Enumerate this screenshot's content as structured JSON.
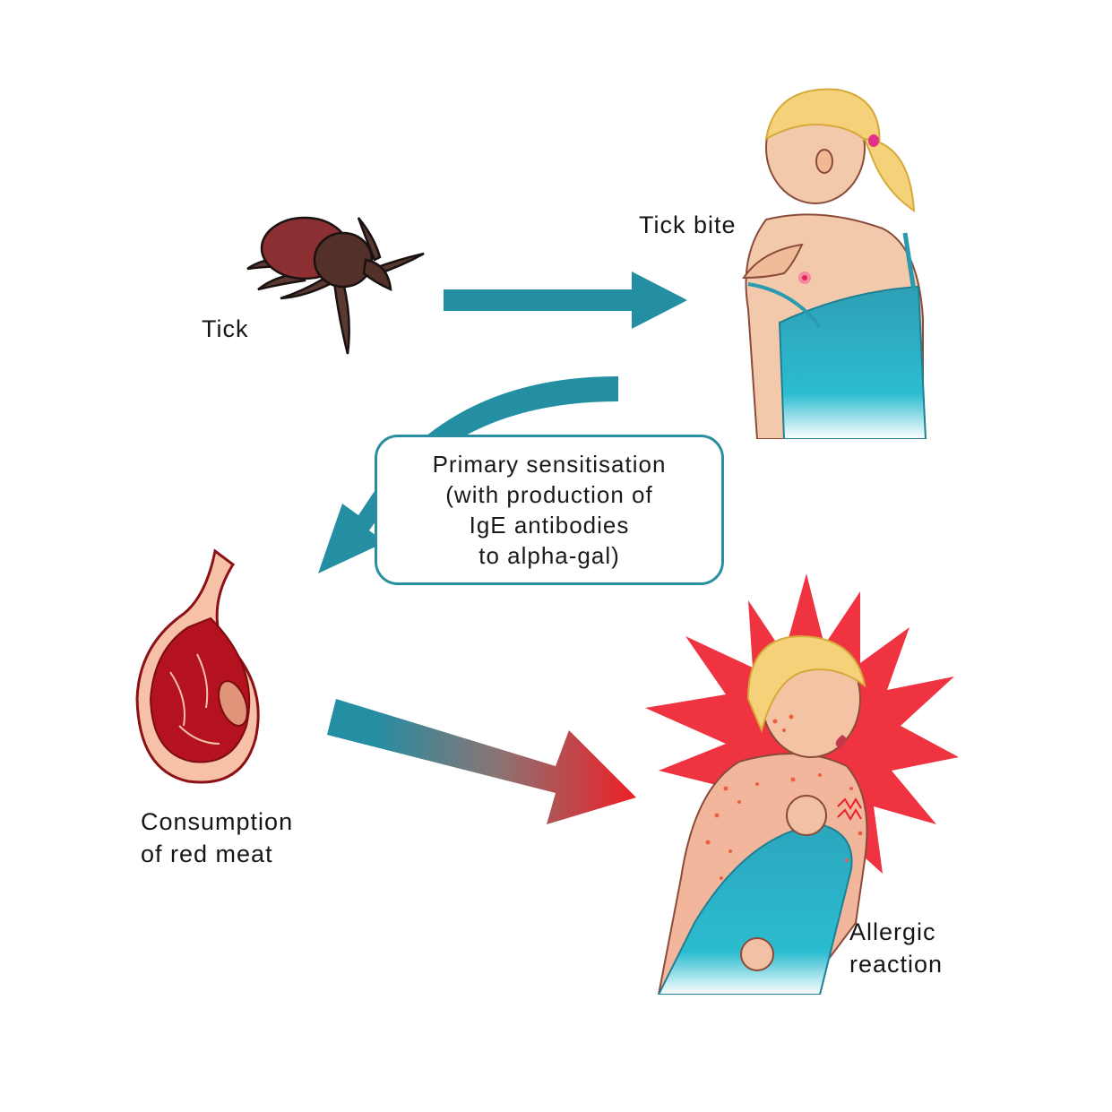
{
  "labels": {
    "tick": "Tick",
    "tick_bite": "Tick bite",
    "consumption": [
      "Consumption",
      "of red meat"
    ],
    "allergic": [
      "Allergic",
      "reaction"
    ]
  },
  "sensitisation_box": {
    "lines": [
      "Primary sensitisation",
      "(with production of",
      "IgE antibodies",
      "to alpha-gal)"
    ]
  },
  "colors": {
    "arrow_teal": "#248ea3",
    "arrow_red": "#e8212b",
    "starburst": "#ef3340",
    "tick_body": "#8c2f33",
    "tick_head": "#54302a",
    "meat_red": "#b3121e",
    "meat_fat": "#f6c1a6",
    "dress": "#2fb3c7",
    "skin": "#f3c4a4",
    "hair": "#f5d27a"
  },
  "flow": [
    {
      "from": "Tick",
      "to": "Tick bite",
      "type": "straight-arrow"
    },
    {
      "from": "Tick bite",
      "to": "Consumption of red meat",
      "type": "curved-arrow",
      "note": "Primary sensitisation"
    },
    {
      "from": "Consumption of red meat",
      "to": "Allergic reaction",
      "type": "gradient-arrow"
    }
  ]
}
